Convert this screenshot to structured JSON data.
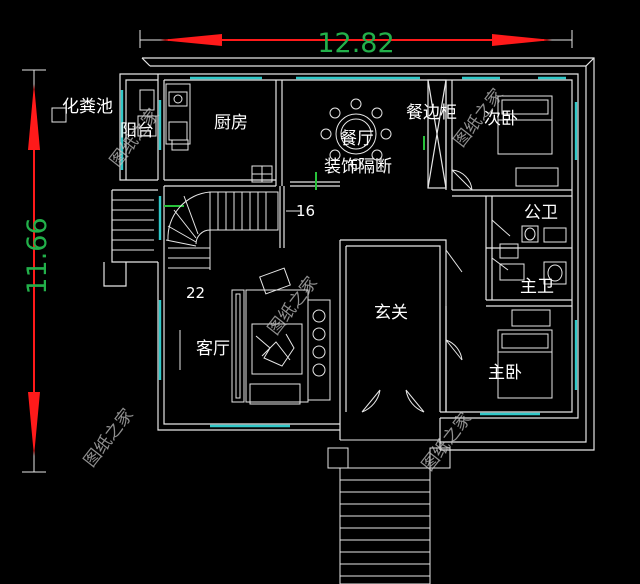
{
  "colors": {
    "background": "#000000",
    "wall": "#e6e6e6",
    "window": "#30c8c8",
    "dimension_red": "#ff1a1a",
    "dimension_text": "#22b04a",
    "marker_green": "#27c23a",
    "label": "#ffffff"
  },
  "dimensions": {
    "width": "12.82",
    "depth": "11.66"
  },
  "rooms": {
    "septic": "化粪池",
    "balcony": "阳台",
    "kitchen": "厨房",
    "dining": "餐厅",
    "partition": "装饰隔断",
    "sideboard": "餐边柜",
    "bedroom_second": "次卧",
    "public_bath": "公卫",
    "master_bath": "主卫",
    "living": "客厅",
    "foyer": "玄关",
    "master_bedroom": "主卧"
  },
  "stairs": {
    "upper_count": "16",
    "lower_count": "22"
  },
  "watermarks": [
    "图纸之家",
    "图纸之家",
    "图纸之家",
    "图纸之家",
    "图纸之家"
  ]
}
